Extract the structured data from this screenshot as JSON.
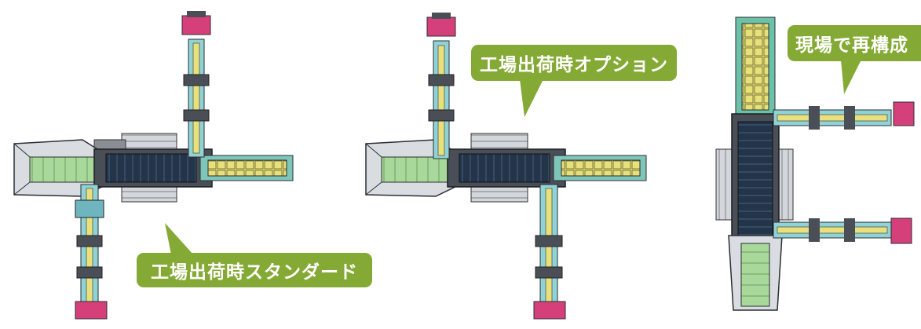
{
  "labels": {
    "standard": "工場出荷時スタンダード",
    "option": "工場出荷時オプション",
    "reconfigure": "現場で再構成"
  },
  "colors": {
    "callout": "#84aa35",
    "callout_text": "#ffffff",
    "frame": "#4a4f57",
    "frame_dark": "#2b2e33",
    "belt": "#24354a",
    "belt_slat": "#3a526e",
    "feeder_green": "#a9d99a",
    "hopper_gray": "#9aa0a6",
    "cyan": "#8fd3d6",
    "yellow": "#e8e07a",
    "pink": "#d6407a",
    "track": "#5c6066"
  }
}
